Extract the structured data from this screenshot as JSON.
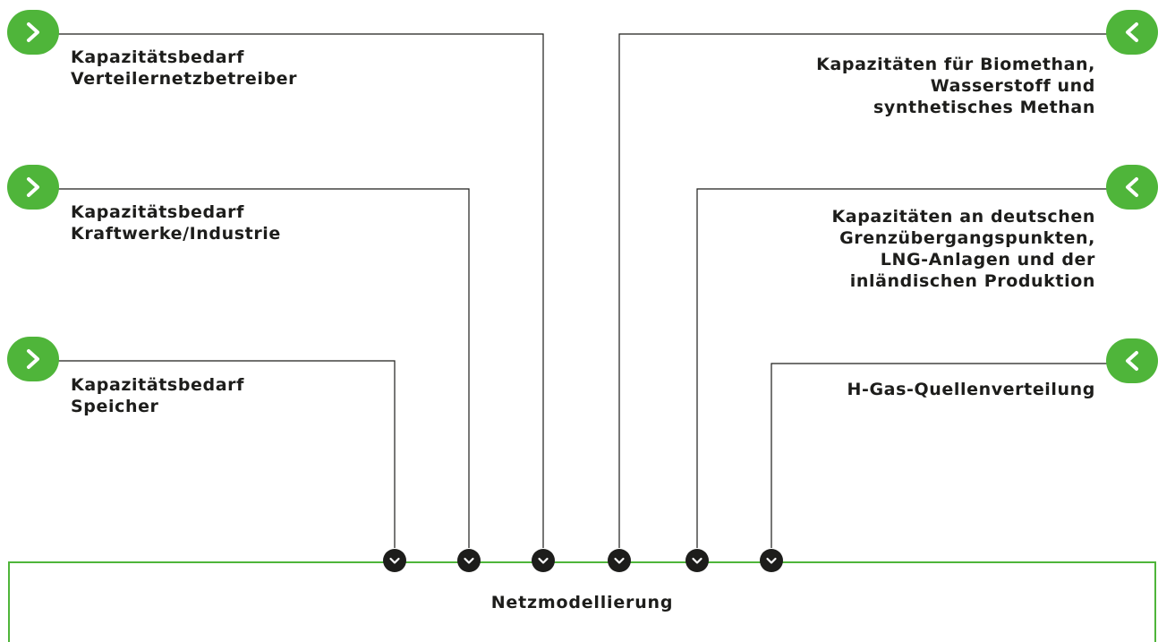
{
  "inputs_left": [
    {
      "id": "vnb",
      "lines": [
        "Kapazitätsbedarf",
        "Verteilernetzbetreiber"
      ],
      "badge_icon": "chevron-right-icon"
    },
    {
      "id": "kraftwerke",
      "lines": [
        "Kapazitätsbedarf",
        "Kraftwerke/Industrie"
      ],
      "badge_icon": "chevron-right-icon"
    },
    {
      "id": "speicher",
      "lines": [
        "Kapazitätsbedarf",
        "Speicher"
      ],
      "badge_icon": "chevron-right-icon"
    }
  ],
  "inputs_right": [
    {
      "id": "biomethan",
      "lines": [
        "Kapazitäten für Biomethan,",
        "Wasserstoff und",
        "synthetisches Methan"
      ],
      "badge_icon": "chevron-left-icon"
    },
    {
      "id": "grenz",
      "lines": [
        "Kapazitäten an deutschen",
        "Grenzübergangspunkten,",
        "LNG-Anlagen und der",
        "inländischen Produktion"
      ],
      "badge_icon": "chevron-left-icon"
    },
    {
      "id": "hgas",
      "lines": [
        "H-Gas-Quellenverteilung"
      ],
      "badge_icon": "chevron-left-icon"
    }
  ],
  "result": {
    "title": "Netzmodellierung"
  },
  "colors": {
    "accent_green": "#4fb53a",
    "text_dark": "#1d1d1b",
    "connector_line": "#1d1d1b"
  }
}
